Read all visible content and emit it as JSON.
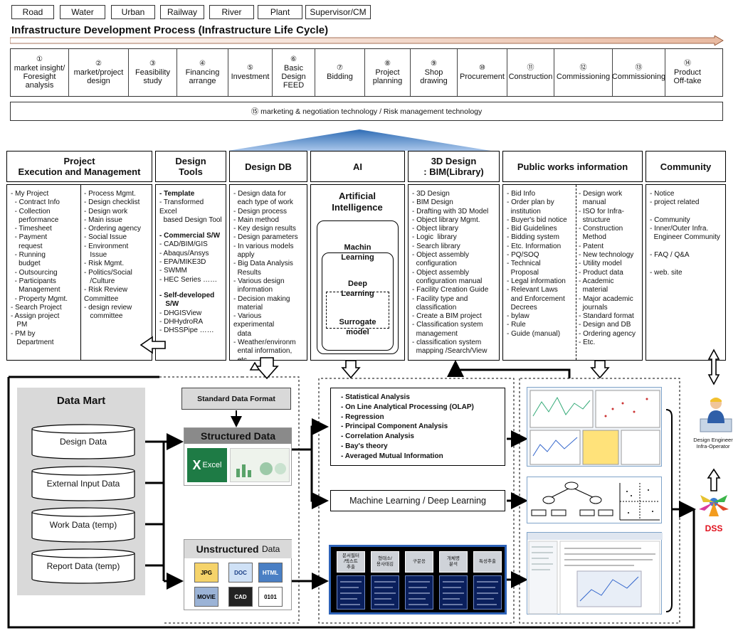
{
  "tabs": [
    "Road",
    "Water",
    "Urban",
    "Railway",
    "River",
    "Plant",
    "Supervisor/CM"
  ],
  "title": "Infrastructure Development Process (Infrastructure Life Cycle)",
  "steps": [
    {
      "num": "①",
      "label": "market insight/\nForesight analysis"
    },
    {
      "num": "②",
      "label": "market/project\ndesign"
    },
    {
      "num": "③",
      "label": "Feasibility\nstudy"
    },
    {
      "num": "④",
      "label": "Financing\narrange"
    },
    {
      "num": "⑤",
      "label": "Investment"
    },
    {
      "num": "⑥",
      "label": "Basic\nDesign\nFEED"
    },
    {
      "num": "⑦",
      "label": "Bidding"
    },
    {
      "num": "⑧",
      "label": "Project\nplanning"
    },
    {
      "num": "⑨",
      "label": "Shop\ndrawing"
    },
    {
      "num": "⑩",
      "label": "Procurement"
    },
    {
      "num": "⑪",
      "label": "Construction"
    },
    {
      "num": "⑫",
      "label": "Commissioning"
    },
    {
      "num": "⑬",
      "label": "Commissioning"
    },
    {
      "num": "⑭",
      "label": "Product\nOff-take"
    }
  ],
  "marketing": "⑮ marketing & negotiation technology / Risk management technology",
  "headers": [
    "Project\nExecution and Management",
    "Design\nTools",
    "Design DB",
    "AI",
    "3D Design\n: BIM(Library)",
    "Public works information",
    "Community"
  ],
  "pem_left": "- My Project\n  - Contract Info\n  - Collection\n    performance\n  - Timesheet\n  - Payment\n    request\n  - Running\n    budget\n  - Outsourcing\n  - Participants\n    Management\n  - Property Mgmt.\n- Search Project\n- Assign project\n   PM\n- PM by\n   Department",
  "pem_right": "- Process Mgmt.\n- Design checklist\n- Design work\n- Main issue\n- Ordering agency\n- Social Issue\n- Environment\n   Issue\n- Risk Mgmt.\n- Politics/Social\n   /Culture\n- Risk Review\nCommittee\n- design review\n   committee",
  "tools": {
    "template_h": "- Template",
    "template_t": "- Transformed Excel\n  based Design Tool",
    "commercial_h": "- Commercial S/W",
    "commercial_t": "- CAD/BIM/GIS\n- Abaqus/Ansys\n- EPA/MIKE3D\n- SWMM\n- HEC Series ……",
    "self_h": "- Self-developed\n   S/W",
    "self_t": "- DHGISView\n- DHHydroRA\n- DHSSPipe ……"
  },
  "designdb": "- Design data for\n  each type of work\n- Design process\n- Main method\n- Key design results\n- Design parameters\n- In various models\n  apply\n- Big Data Analysis\n  Results\n- Various design\n  information\n- Decision making\n  material\n- Various experimental\n  data\n- Weather/environm\n  ental information,\n  etc.",
  "ai": {
    "title": "Artificial\nIntelligence",
    "ml": "Machin\nLearning",
    "dl": "Deep\nLearning",
    "sm": "Surrogate\nmodel"
  },
  "bim": "- 3D Design\n- BIM Design\n- Drafting with 3D Model\n- Object library Mgmt.\n- Object library\n- Logic  library\n- Search library\n- Object assembly\n  configuration\n- Object assembly\n  configuration manual\n- Facility Creation Guide\n- Facility type and\n  classification\n- Create a BIM project\n- Classification system\n  management\n- classification system\n  mapping /Search/View",
  "pwi_left": "- Bid Info\n- Order plan by\n  institution\n- Buyer's bid notice\n- Bid Guidelines\n- Bidding system\n- Etc. Information\n- PQ/SOQ\n- Technical\n  Proposal\n- Legal information\n- Relevant Laws\n  and Enforcement\n  Decrees\n- bylaw\n- Rule\n- Guide (manual)",
  "pwi_right": "- Design work\n  manual\n- ISO for Infra-\n  structure\n- Construction\n  Method\n- Patent\n- New technology\n- Utility model\n- Product data\n- Academic\n  material\n- Major academic\n  journals\n- Standard format\n- Design and DB\n- Ordering agency\n- Etc.",
  "community": "- Notice\n- project related\n\n- Community\n- Inner/Outer Infra.\n  Engineer Community\n\n- FAQ / Q&A\n\n- web. site",
  "datamart": {
    "title": "Data Mart",
    "items": [
      "Design Data",
      "External Input Data",
      "Work Data (temp)",
      "Report Data (temp)"
    ]
  },
  "standard_format": "Standard Data Format",
  "structured": "Structured Data",
  "unstructured_a": "Unstructured",
  "unstructured_b": "Data",
  "excel": "Excel",
  "file_icons": [
    "JPG",
    "DOC",
    "HTML",
    "MOVIE",
    "CAD",
    "0101"
  ],
  "analysis": [
    "Statistical Analysis",
    "On Line Analytical Processing (OLAP)",
    "Regression",
    "Principal Component Analysis",
    "Correlation Analysis",
    "Bay's theory",
    "Averaged Mutual Information"
  ],
  "mldl": "Machine Learning / Deep Learning",
  "pipeline": [
    "문서필터\n/텍스트\n추출",
    "형태소/\n용사태깅",
    "구문응",
    "개체명\n분석",
    "특성추출"
  ],
  "engineer": "Design Engineer\nInfra-Operator",
  "dss": "DSS",
  "colors": {
    "blue": "#5b8fcd",
    "gray": "#d9d9d9",
    "darkgray": "#8a8a8a",
    "navy": "#0a1f5c",
    "green": "#1e7b45"
  }
}
